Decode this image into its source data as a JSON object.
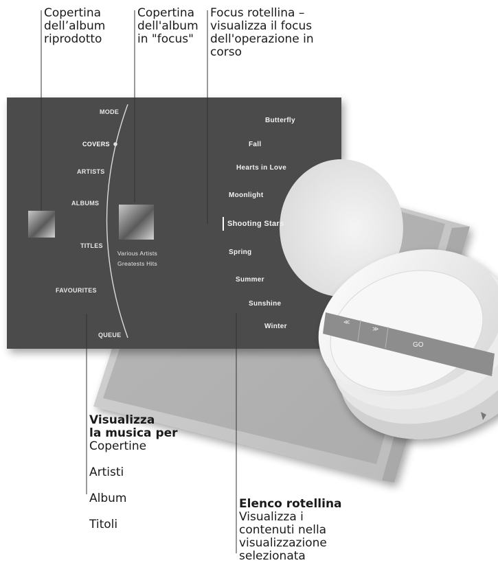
{
  "callouts": {
    "album_playing": "Copertina\ndell’album\nriprodotto",
    "album_focus": "Copertina\ndell'album\nin \"focus\"",
    "wheel_focus": "Focus rotellina –\nvisualizza il focus\ndell'operazione in\ncorso",
    "music_view_title": "Visualizza\nla musica per",
    "music_view_items": [
      "Copertine",
      "Artisti",
      "Album",
      "Titoli"
    ],
    "wheel_list_title": "Elenco rotellina",
    "wheel_list_text": "Visualizza i\ncontenuti nella\nvisualizzazione\nselezionata"
  },
  "screen": {
    "menu": [
      "MODE",
      "COVERS",
      "ARTISTS",
      "ALBUMS",
      "TITLES",
      "FAVOURITES",
      "QUEUE"
    ],
    "active_menu": "COVERS",
    "focus_album": {
      "artist": "Various Artists",
      "title": "Greatests Hits"
    },
    "songs": [
      "Butterfly",
      "Fall",
      "Hearts in Love",
      "Moonlight",
      "Shooting Stars",
      "Spring",
      "Summer",
      "Sunshine",
      "Winter"
    ],
    "focused_song": "Shooting Stars"
  },
  "remote": {
    "go_label": "GO"
  },
  "colors": {
    "screen": "#4a4a4a",
    "device": "#cdcdcd",
    "callout_line": "#333333"
  }
}
